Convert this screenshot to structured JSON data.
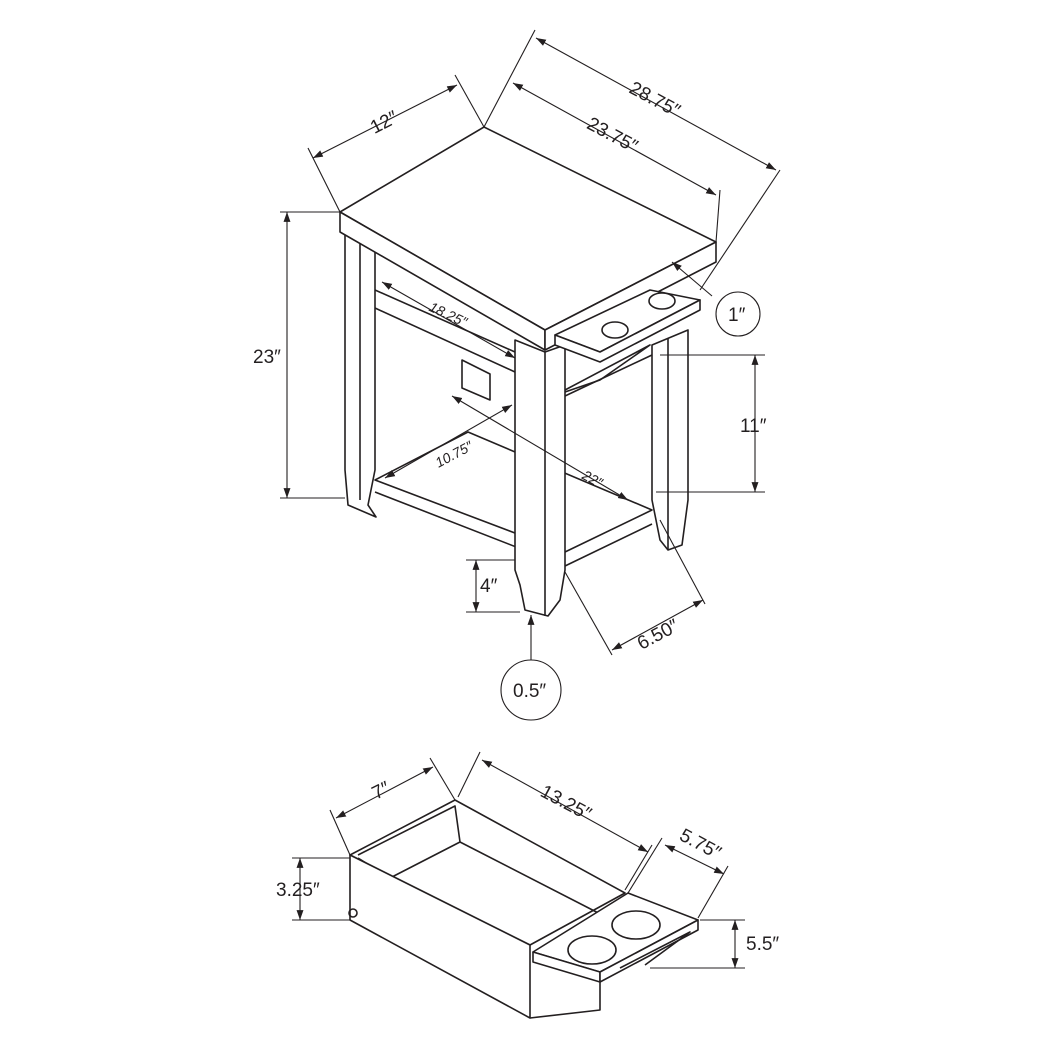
{
  "colors": {
    "line": "#231f20",
    "background": "#ffffff"
  },
  "table": {
    "depth": "12″",
    "overall_width": "28.75″",
    "top_width": "23.75″",
    "height": "23″",
    "inner_width": "18.25″",
    "tray_thickness": "1″",
    "tray_height": "11″",
    "inner_depth": "10.75″",
    "shelf_width": "22″",
    "shelf_clearance": "4″",
    "tray_width": "6.50″",
    "leg_flare": "0.5″"
  },
  "drawer": {
    "depth": "7″",
    "width": "13.25″",
    "tray_width": "5.75″",
    "height": "3.25″",
    "tray_height": "5.5″"
  }
}
